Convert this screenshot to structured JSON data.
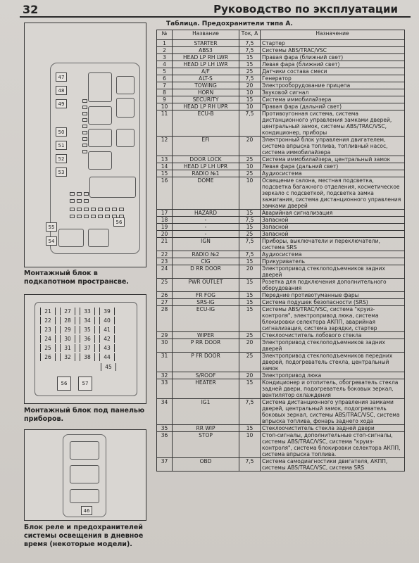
{
  "header": {
    "page_number": "32",
    "title": "Руководство по эксплуатации"
  },
  "engine_block": {
    "labels": [
      "47",
      "48",
      "49",
      "50",
      "51",
      "52",
      "53",
      "55",
      "54",
      "56"
    ],
    "caption": "Монтажный блок в подкапотном пространсве."
  },
  "ip_block": {
    "fuses": [
      [
        "21",
        "27",
        "33",
        "39"
      ],
      [
        "22",
        "28",
        "34",
        "40"
      ],
      [
        "23",
        "29",
        "35",
        "41"
      ],
      [
        "24",
        "30",
        "36",
        "42"
      ],
      [
        "25",
        "31",
        "37",
        "43"
      ],
      [
        "26",
        "32",
        "38",
        "44"
      ]
    ],
    "fuse_45": "45",
    "relays": [
      "56",
      "57"
    ],
    "caption": "Монтажный блок под панелью приборов."
  },
  "drl_block": {
    "label": "46",
    "caption": "Блок реле и предохранителей системы освещения в дневное время (некоторые модели)."
  },
  "table": {
    "caption": "Таблица. Предохранители типа А.",
    "headers": [
      "№",
      "Название",
      "Ток, А",
      "Назначение"
    ],
    "rows": [
      [
        "1",
        "STARTER",
        "7,5",
        "Стартер"
      ],
      [
        "2",
        "ABS3",
        "7,5",
        "Системы ABS/TRAC/VSC"
      ],
      [
        "3",
        "HEAD LP RH LWR",
        "15",
        "Правая фара (ближний свет)"
      ],
      [
        "4",
        "HEAD LP LH LWR",
        "15",
        "Левая фара (ближний свет)"
      ],
      [
        "5",
        "A/F",
        "25",
        "Датчики состава смеси"
      ],
      [
        "6",
        "ALT-S",
        "7,5",
        "Генератор"
      ],
      [
        "7",
        "TOWING",
        "20",
        "Электрооборудование прицепа"
      ],
      [
        "8",
        "HORN",
        "10",
        "Звуковой сигнал"
      ],
      [
        "9",
        "SECURITY",
        "15",
        "Система иммобилайзера"
      ],
      [
        "10",
        "HEAD LP RH UPR",
        "10",
        "Правая фара (дальний свет)"
      ],
      [
        "11",
        "ECU-B",
        "7,5",
        "Противоугонная система, система дистанционного управления замками дверей, центральный замок, системы ABS/TRAC/VSC, кондиционер, приборы"
      ],
      [
        "12",
        "EFI",
        "20",
        "Электронный блок управления двигателем, система впрыска топлива, топливный насос, система иммобилайзера"
      ],
      [
        "13",
        "DOOR LOCK",
        "25",
        "Система иммобилайзера, центральный замок"
      ],
      [
        "14",
        "HEAD LP LH UPR",
        "10",
        "Левая фара (дальний свет)"
      ],
      [
        "15",
        "RADIO №1",
        "25",
        "Аудиосистема"
      ],
      [
        "16",
        "DOME",
        "10",
        "Освещение салона, местная подсветка, подсветка багажного отделения, косметическое зеркало с подсветкой, подсветка замка зажигания, система дистанционного управления замками дверей"
      ],
      [
        "17",
        "HAZARD",
        "15",
        "Аварийная сигнализация"
      ],
      [
        "18",
        "-",
        "7,5",
        "Запасной"
      ],
      [
        "19",
        "-",
        "15",
        "Запасной"
      ],
      [
        "20",
        "-",
        "25",
        "Запасной"
      ],
      [
        "21",
        "IGN",
        "7,5",
        "Приборы, выключатели и переключатели, система SRS"
      ],
      [
        "22",
        "RADIO №2",
        "7,5",
        "Аудиосистема"
      ],
      [
        "23",
        "CIG",
        "15",
        "Прикуриватель"
      ],
      [
        "24",
        "D RR DOOR",
        "20",
        "Электропривод стеклоподъемников задних дверей"
      ],
      [
        "25",
        "PWR OUTLET",
        "15",
        "Розетка для подключения дополнительного оборудования"
      ],
      [
        "26",
        "FR FOG",
        "15",
        "Передние противотуманные фары"
      ],
      [
        "27",
        "SRS-IG",
        "15",
        "Система подушек безопасности (SRS)"
      ],
      [
        "28",
        "ECU-IG",
        "15",
        "Системы ABS/TRAC/VSC, система \"круиз-контроля\", электропривод люка, система блокировки селектора АКПП, аварийная сигнализация, система зарядки, стартер"
      ],
      [
        "29",
        "WIPER",
        "25",
        "Стеклоочиститель лобового стекла"
      ],
      [
        "30",
        "P RR DOOR",
        "20",
        "Электропривод стеклоподъемников задних дверей"
      ],
      [
        "31",
        "P FR DOOR",
        "25",
        "Электропривод стеклоподъемников передних дверей, подогреватель стекла, центральный замок"
      ],
      [
        "32",
        "S/ROOF",
        "20",
        "Электропривод люка"
      ],
      [
        "33",
        "HEATER",
        "15",
        "Кондиционер и отопитель, обогреватель стекла задней двери, подогреватель боковых зеркал, вентилятор охлаждения"
      ],
      [
        "34",
        "IG1",
        "7,5",
        "Система дистанционного управления замками дверей, центральный замок, подогреватель боковых зеркал, системы ABS/TRAC/VSC, система впрыска топлива, фонарь заднего хода"
      ],
      [
        "35",
        "RR WIP",
        "15",
        "Стеклоочиститель стекла задней двери"
      ],
      [
        "36",
        "STOP",
        "10",
        "Стоп-сигналы, дополнительные стоп-сигналы, системы ABS/TRAC/VSC, система \"круиз-контроля\", система блокировки селектора АКПП, система впрыска топлива."
      ],
      [
        "37",
        "OBD",
        "7,5",
        "Система самодиагностики двигателя, АКПП, системы ABS/TRAC/VSC, система SRS"
      ]
    ]
  }
}
